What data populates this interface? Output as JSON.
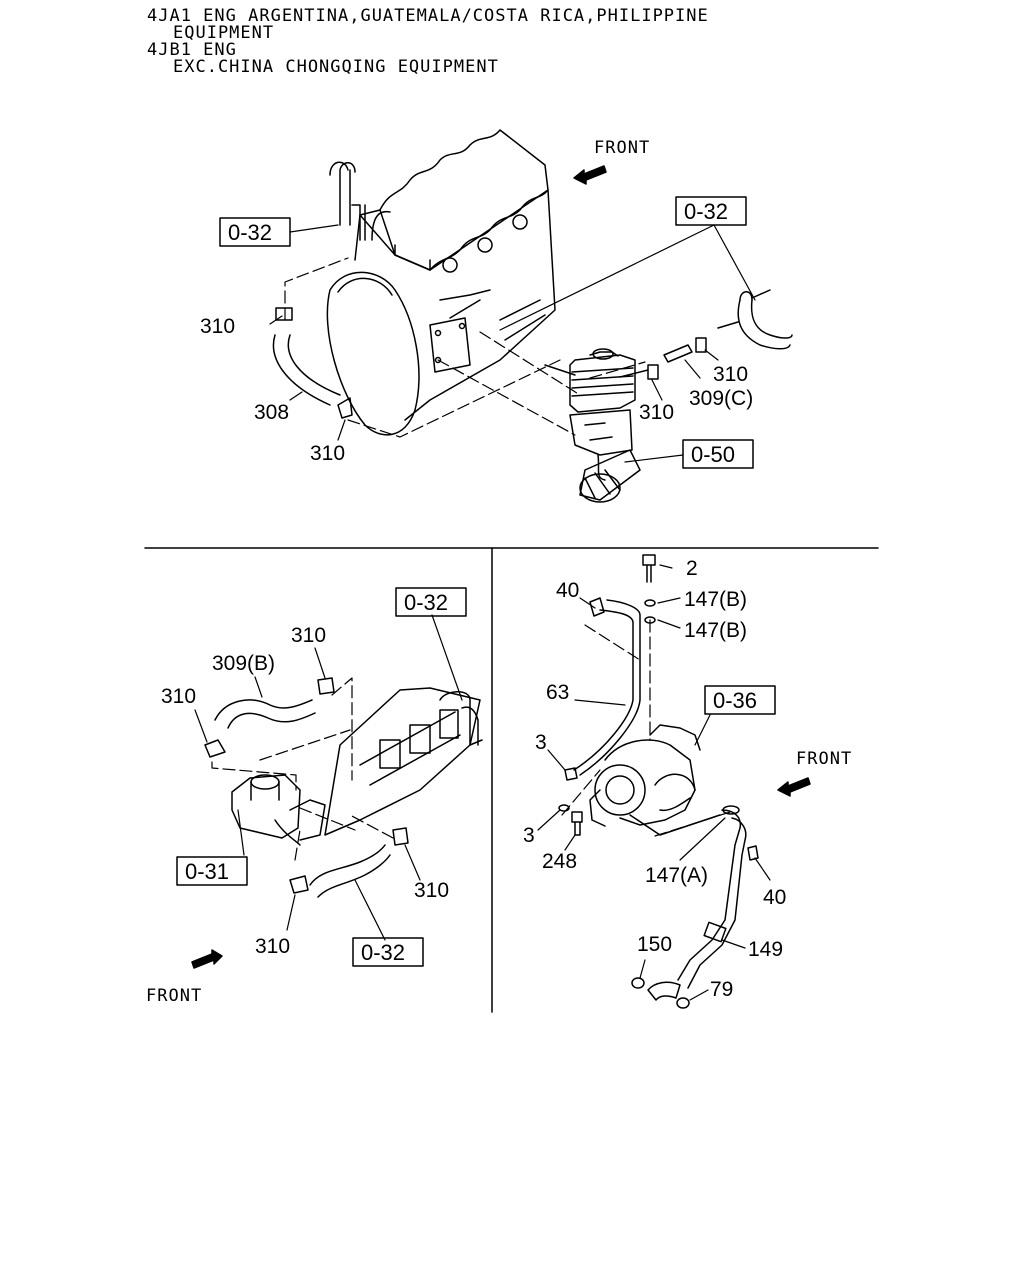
{
  "header": {
    "line1": "4JA1 ENG ARGENTINA,GUATEMALA/COSTA RICA,PHILIPPINE",
    "line2": "EQUIPMENT",
    "line3": "4JB1 ENG",
    "line4": "EXC.CHINA CHONGQING EQUIPMENT"
  },
  "top_view": {
    "front": "FRONT",
    "refs": [
      "0-32",
      "0-32",
      "0-50"
    ],
    "parts": [
      "310",
      "308",
      "310",
      "310",
      "309(C)",
      "310"
    ]
  },
  "left_view": {
    "front": "FRONT",
    "refs": [
      "0-32",
      "0-31",
      "0-32"
    ],
    "parts": [
      "310",
      "309(B)",
      "310",
      "310",
      "310"
    ]
  },
  "right_view": {
    "front": "FRONT",
    "refs": [
      "0-36"
    ],
    "parts": [
      "2",
      "40",
      "147(B)",
      "147(B)",
      "63",
      "3",
      "3",
      "248",
      "147(A)",
      "40",
      "150",
      "149",
      "79"
    ]
  },
  "colors": {
    "ink": "#000000",
    "paper": "#ffffff"
  }
}
